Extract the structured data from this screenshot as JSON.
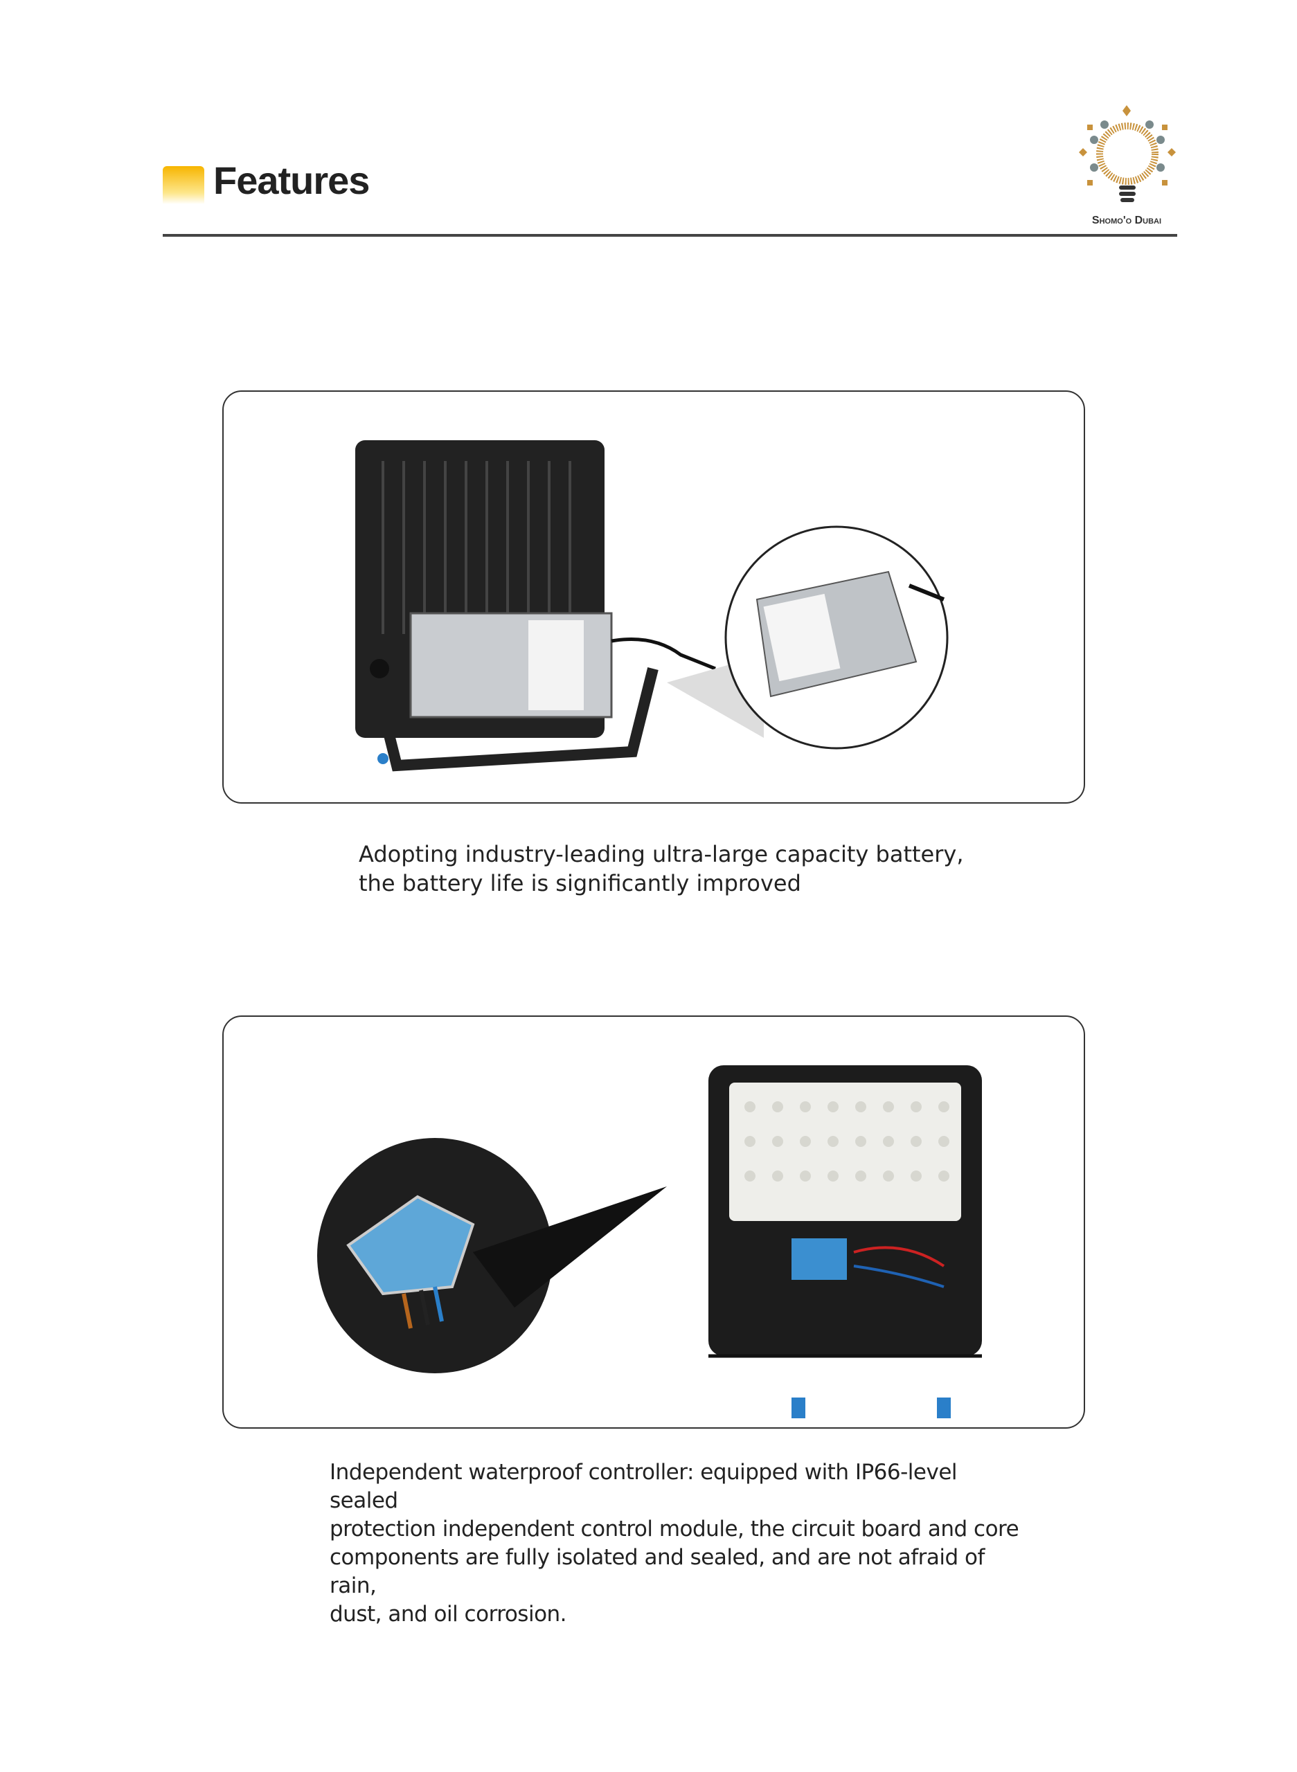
{
  "header": {
    "title": "Features",
    "logo_text": "Shomo'o Dubai"
  },
  "sections": [
    {
      "caption_lines": [
        "Adopting industry-leading ultra-large capacity battery,",
        "the battery life is significantly improved"
      ]
    },
    {
      "caption_lines": [
        "Independent waterproof controller: equipped with IP66-level sealed",
        "protection independent control module, the circuit board and core",
        "components are fully isolated and sealed, and are not afraid of rain,",
        "dust, and oil corrosion."
      ]
    }
  ]
}
